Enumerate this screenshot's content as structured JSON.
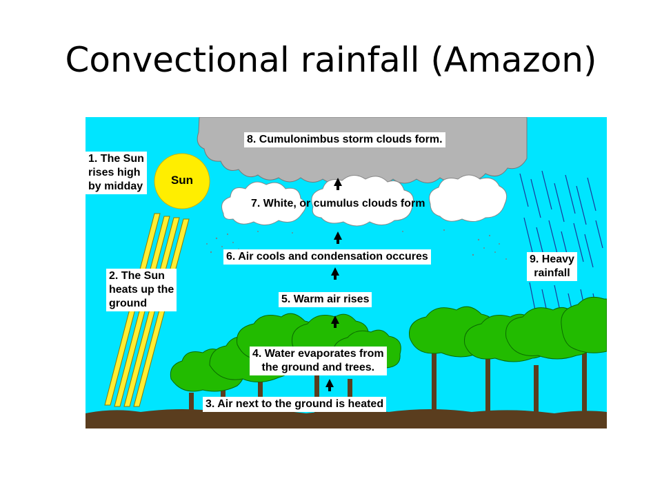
{
  "title": "Convectional rainfall (Amazon)",
  "colors": {
    "sky": "#00e5ff",
    "sun": "#ffee00",
    "cloud_storm": "#b4b4b4",
    "cloud_white": "#ffffff",
    "ground": "#5a3d1e",
    "tree": "#22bb00",
    "rain": "#1a3a9a",
    "sun_rays": "#ffee33"
  },
  "diagram": {
    "sun_label": "Sun",
    "steps": [
      {
        "id": 1,
        "text": "1. The Sun\nrises high\nby midday"
      },
      {
        "id": 2,
        "text": "2. The Sun\nheats up the\nground"
      },
      {
        "id": 3,
        "text": "3. Air next to the ground is heated"
      },
      {
        "id": 4,
        "text": "4. Water evaporates from\nthe ground and trees."
      },
      {
        "id": 5,
        "text": "5. Warm air rises"
      },
      {
        "id": 6,
        "text": "6. Air cools and condensation occures"
      },
      {
        "id": 7,
        "text": "7. White, or cumulus clouds form"
      },
      {
        "id": 8,
        "text": "8. Cumulonimbus storm clouds form."
      },
      {
        "id": 9,
        "text": "9. Heavy\nrainfall"
      }
    ]
  }
}
